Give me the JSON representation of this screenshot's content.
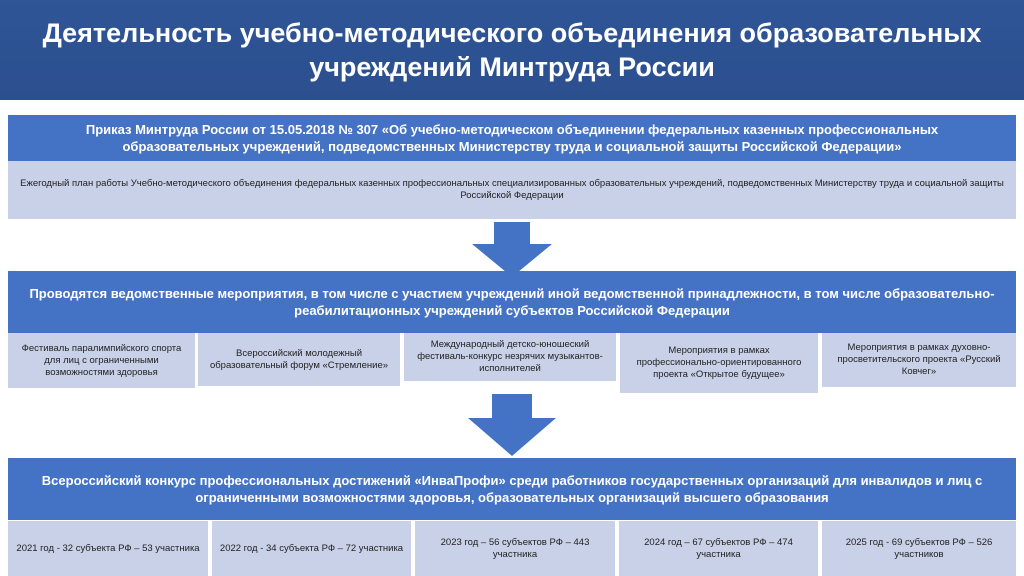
{
  "title": "Деятельность учебно-методического объединения образовательных учреждений Минтруда России",
  "block1": {
    "heading": "Приказ Минтруда России от 15.05.2018 № 307 «Об учебно-методическом объединении федеральных казенных профессиональных образовательных учреждений, подведомственных Министерству труда и социальной защиты Российской Федерации»",
    "text": "Ежегодный план работы Учебно-методического объединения федеральных казенных профессиональных специализированных образовательных учреждений, подведомственных Министерству труда и социальной защиты Российской Федерации"
  },
  "block2": {
    "heading": "Проводятся ведомственные мероприятия, в том числе с участием учреждений иной ведомственной принадлежности, в том числе образовательно-реабилитационных учреждений субъектов Российской Федерации",
    "items": [
      "Фестиваль паралимпийского спорта для лиц с ограниченными возможностями здоровья",
      "Всероссийский молодежный образовательный форум «Стремление»",
      "Международный детско-юношеский фестиваль-конкурс незрячих музыкантов-исполнителей",
      "Мероприятия в рамках профессионально-ориентированного проекта «Открытое будущее»",
      "Мероприятия в рамках духовно-просветительского проекта «Русский Ковчег»"
    ]
  },
  "block3": {
    "heading": "Всероссийский конкурс профессиональных достижений «ИнваПрофи» среди работников государственных организаций для инвалидов и лиц с ограниченными возможностями здоровья, образовательных организаций высшего образования",
    "items": [
      "2021 год - 32 субъекта РФ – 53 участника",
      "2022 год - 34 субъекта РФ – 72 участника",
      "2023 год – 56 субъектов РФ – 443 участника",
      "2024 год – 67 субъектов РФ – 474 участника",
      "2025 год - 69 субъектов РФ – 526 участников"
    ]
  }
}
